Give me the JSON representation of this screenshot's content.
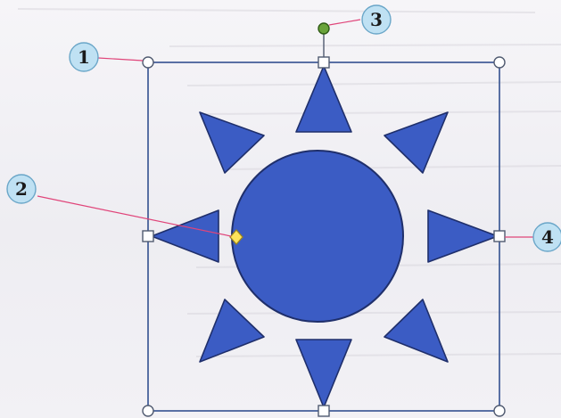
{
  "figure": {
    "callouts": [
      {
        "id": "1",
        "label": "1"
      },
      {
        "id": "2",
        "label": "2"
      },
      {
        "id": "3",
        "label": "3"
      },
      {
        "id": "4",
        "label": "4"
      }
    ],
    "colors": {
      "shape_fill": "#3b5cc4",
      "shape_outline": "#1f2f6b",
      "rotation_handle": "#6aa33a",
      "adjust_handle": "#ffe35a",
      "leader_line": "#e0457a",
      "callout_fill": "#bfe1f3"
    },
    "icons": {
      "sun": "sun-shape",
      "resize_handles": "resize-handle",
      "rotation": "rotation-handle",
      "adjust": "adjust-handle"
    }
  }
}
